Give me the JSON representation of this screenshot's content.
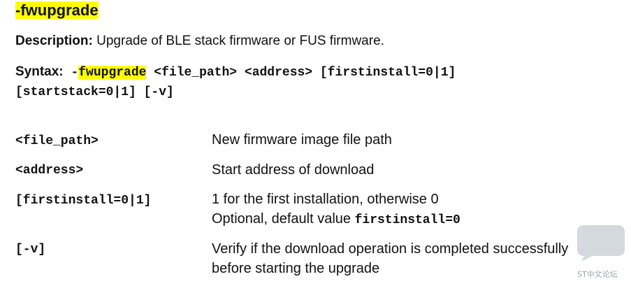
{
  "title": "-fwupgrade",
  "description": {
    "label": "Description:",
    "text": " Upgrade of BLE stack firmware or FUS firmware."
  },
  "syntax": {
    "label": "Syntax:",
    "dash": " -",
    "command": "fwupgrade",
    "args_line1": " <file_path> <address> [firstinstall=0|1]",
    "args_line2": "[startstack=0|1] [-v]"
  },
  "params": [
    {
      "name": "<file_path>",
      "desc": "New firmware image file path"
    },
    {
      "name": "<address>",
      "desc": "Start address of download"
    },
    {
      "name": "[firstinstall=0|1]",
      "desc": "1 for the first installation, otherwise 0",
      "desc2_text": "Optional, default value ",
      "desc2_code": "firstinstall=0"
    },
    {
      "name": "[-v]",
      "desc": "Verify if the download operation is completed successfully",
      "desc2_text": "before starting the upgrade"
    }
  ],
  "watermark": {
    "text": "ST中文论坛",
    "color": "#c5ccd3"
  }
}
